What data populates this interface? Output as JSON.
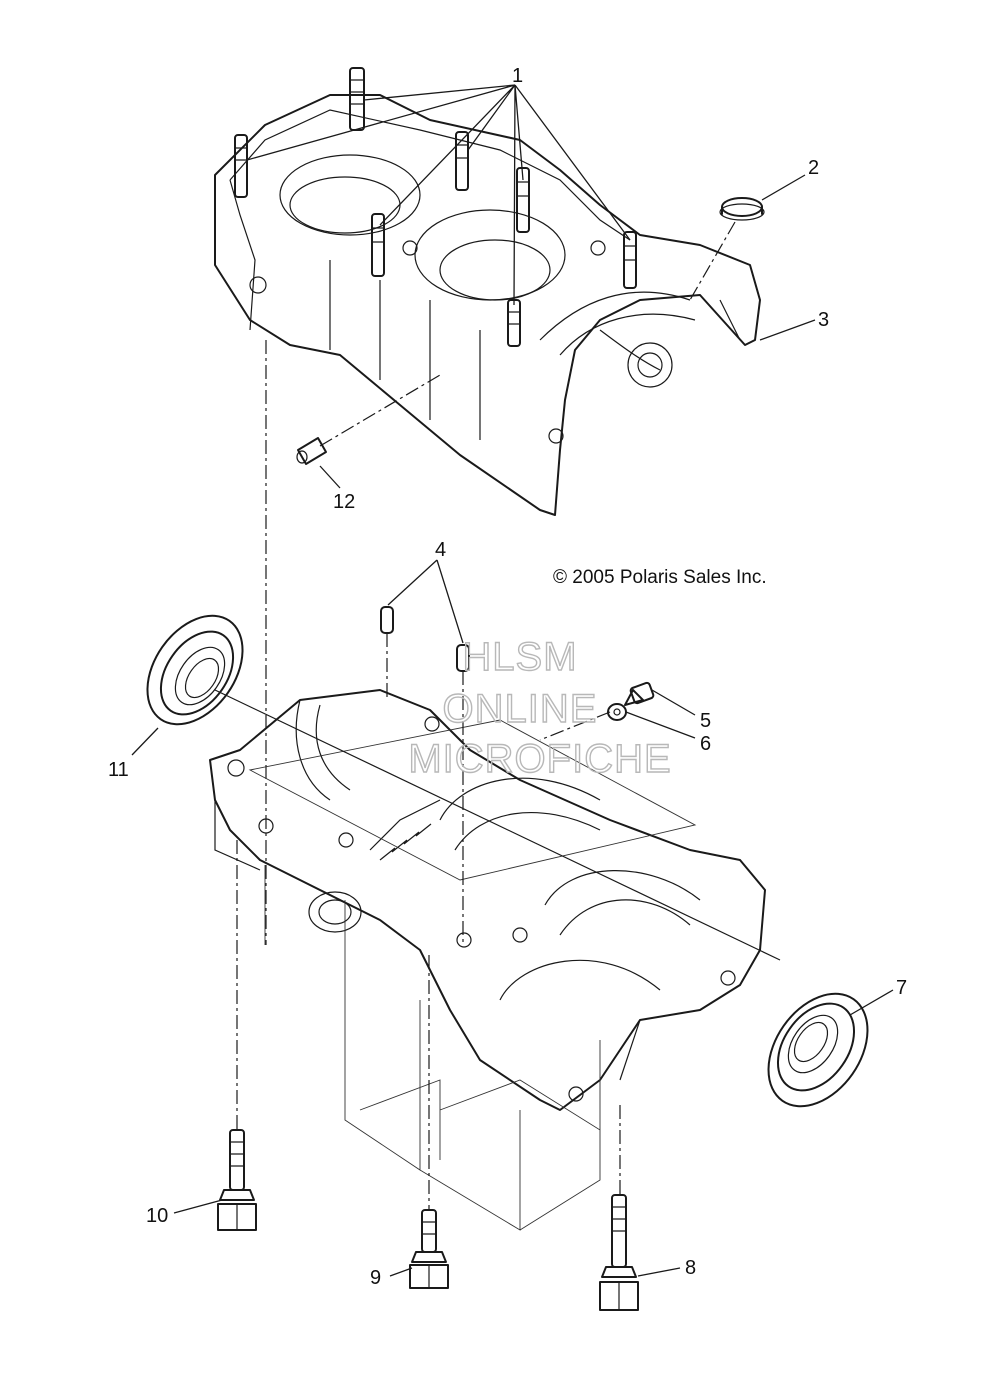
{
  "diagram": {
    "copyright": "© 2005 Polaris Sales Inc.",
    "watermark": [
      "HLSM",
      "ONLINE",
      "MICROFICHE"
    ],
    "callouts": [
      "1",
      "2",
      "3",
      "4",
      "5",
      "6",
      "7",
      "8",
      "9",
      "10",
      "11",
      "12"
    ]
  }
}
